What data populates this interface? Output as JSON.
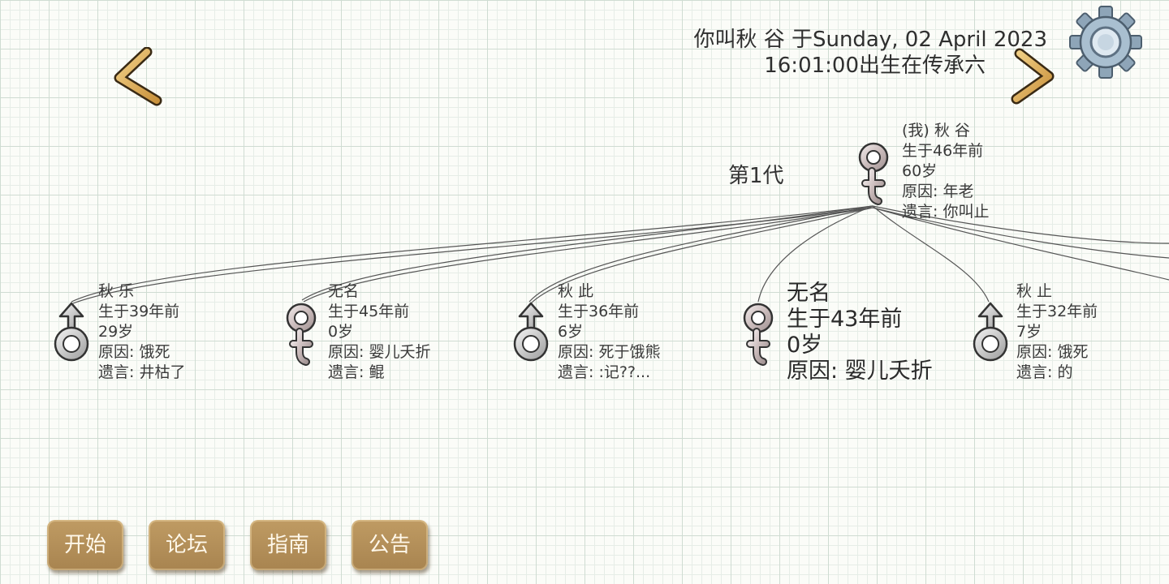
{
  "header": {
    "line1": "你叫秋 谷 于Sunday, 02 April 2023",
    "line2": "16:01:00出生在传承六"
  },
  "generation_label": "第1代",
  "self": {
    "gender": "female",
    "lines": [
      "(我) 秋 谷",
      "生于46年前",
      "60岁",
      "原因: 年老",
      "遗言: 你叫止"
    ]
  },
  "children": [
    {
      "gender": "male",
      "lines": [
        "秋 乐",
        "生于39年前",
        "29岁",
        "原因: 饿死",
        "遗言: 井枯了"
      ]
    },
    {
      "gender": "female",
      "lines": [
        "无名",
        "生于45年前",
        "0岁",
        "原因: 婴儿夭折",
        "遗言: 鲲"
      ]
    },
    {
      "gender": "male",
      "lines": [
        "秋 此",
        "生于36年前",
        "6岁",
        "原因: 死于饿熊",
        "遗言: :记??..."
      ]
    },
    {
      "gender": "female",
      "lines": [
        "无名",
        "生于43年前",
        "0岁",
        "原因: 婴儿夭折"
      ]
    },
    {
      "gender": "male",
      "lines": [
        "秋 止",
        "生于32年前",
        "7岁",
        "原因: 饿死",
        "遗言: 的"
      ]
    }
  ],
  "buttons": {
    "start": "开始",
    "forum": "论坛",
    "guide": "指南",
    "notice": "公告"
  },
  "icons": {
    "prev": "chevron-left-icon",
    "next": "chevron-right-icon",
    "settings": "gear-icon",
    "male": "male-symbol-icon",
    "female": "female-symbol-icon"
  },
  "colors": {
    "arrow": "#e3b55f",
    "button": "#b08b55",
    "grid": "#cfdcd2"
  }
}
